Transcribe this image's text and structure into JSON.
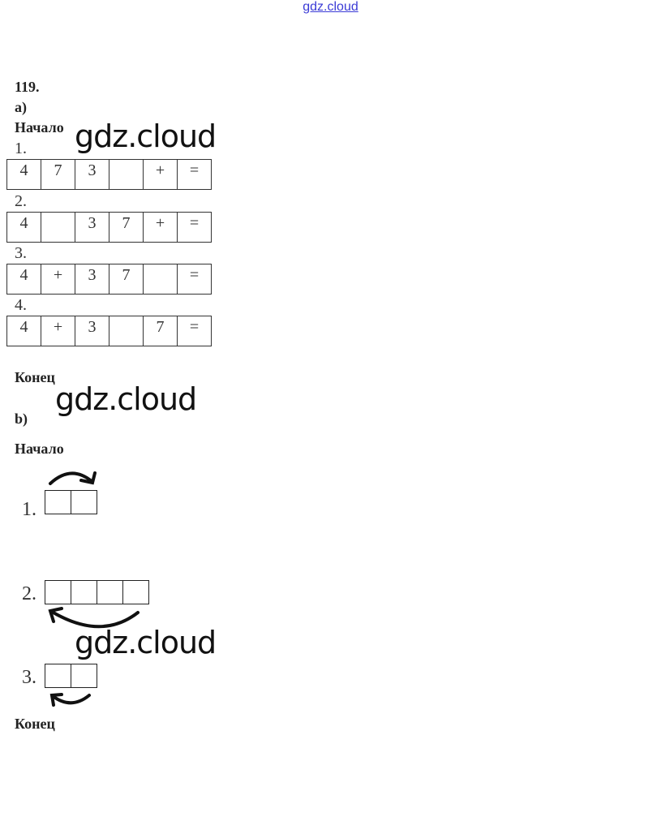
{
  "header_link": "gdz.cloud",
  "watermark": "gdz.cloud",
  "task_number": "119.",
  "part_a": {
    "label": "а)",
    "start": "Начало",
    "end": "Конец",
    "steps": [
      {
        "label": "1.",
        "cells": [
          "4",
          "7",
          "3",
          "",
          "+",
          "="
        ]
      },
      {
        "label": "2.",
        "cells": [
          "4",
          "",
          "3",
          "7",
          "+",
          "="
        ]
      },
      {
        "label": "3.",
        "cells": [
          "4",
          "+",
          "3",
          "7",
          "",
          "="
        ]
      },
      {
        "label": "4.",
        "cells": [
          "4",
          "+",
          "3",
          "",
          "7",
          "="
        ]
      }
    ]
  },
  "part_b": {
    "label": "b)",
    "start": "Начало",
    "end": "Конец",
    "steps": [
      {
        "label": "1."
      },
      {
        "label": "2."
      },
      {
        "label": "3."
      }
    ]
  }
}
